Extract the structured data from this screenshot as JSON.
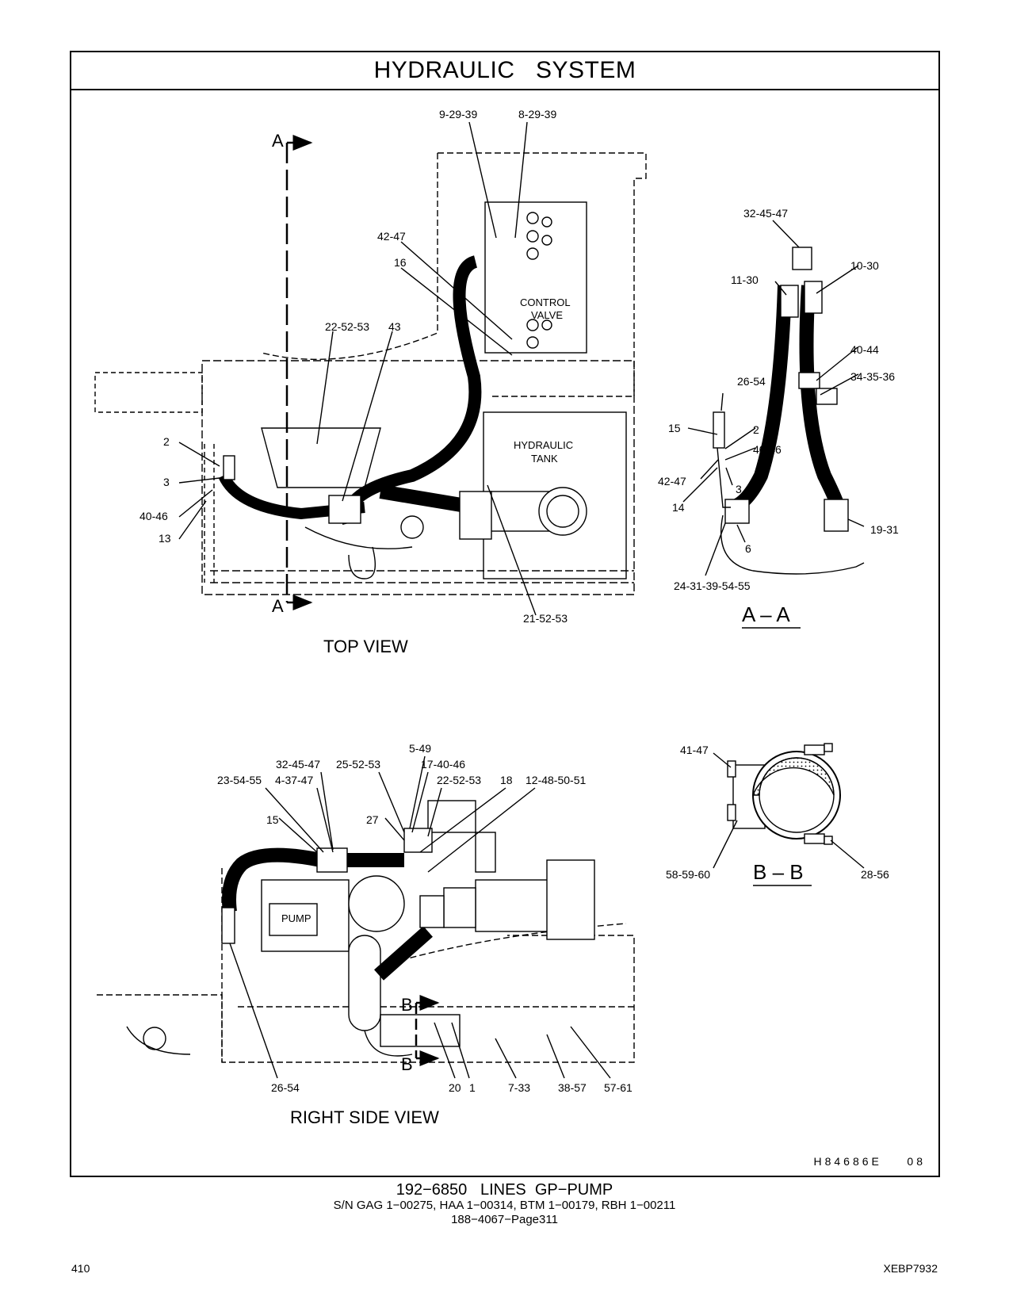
{
  "title": "HYDRAULIC   SYSTEM",
  "labels": {
    "top": {
      "l_9_29_39": "9-29-39",
      "l_8_29_39": "8-29-39",
      "l_42_47": "42-47",
      "l_16": "16",
      "l_22_52_53": "22-52-53",
      "l_43": "43",
      "l_2": "2",
      "l_3": "3",
      "l_40_46": "40-46",
      "l_13": "13",
      "l_21_52_53": "21-52-53",
      "section_a": "A",
      "control_valve_1": "CONTROL",
      "control_valve_2": "VALVE",
      "hydraulic_tank_1": "HYDRAULIC",
      "hydraulic_tank_2": "TANK"
    },
    "aa": {
      "l_32_45_47": "32-45-47",
      "l_10_30": "10-30",
      "l_11_30": "11-30",
      "l_40_44": "40-44",
      "l_34_35_36": "34-35-36",
      "l_26_54": "26-54",
      "l_15": "15",
      "l_2": "2",
      "l_40_46": "40-46",
      "l_42_47": "42-47",
      "l_3": "3",
      "l_14": "14",
      "l_19_31": "19-31",
      "l_6": "6",
      "l_24_31": "24-31-39-54-55"
    },
    "side": {
      "l_5_49": "5-49",
      "l_32_45_47": "32-45-47",
      "l_25_52_53": "25-52-53",
      "l_17_40_46": "17-40-46",
      "l_23_54_55": "23-54-55",
      "l_4_37_47": "4-37-47",
      "l_22_52_53": "22-52-53",
      "l_18": "18",
      "l_12_48": "12-48-50-51",
      "l_15": "15",
      "l_27": "27",
      "pump": "PUMP",
      "section_b": "B",
      "l_26_54": "26-54",
      "l_20": "20",
      "l_1": "1",
      "l_7_33": "7-33",
      "l_38_57": "38-57",
      "l_57_61": "57-61"
    },
    "bb": {
      "l_41_47": "41-47",
      "l_58_59_60": "58-59-60",
      "l_28_56": "28-56"
    }
  },
  "views": {
    "top": "TOP VIEW",
    "side": "RIGHT SIDE VIEW",
    "aa": "A – A",
    "bb": "B – B"
  },
  "drawing_code": "H84686E    08",
  "caption": {
    "line1": "192−6850   LINES  GP−PUMP",
    "line2": "S/N GAG 1−00275, HAA 1−00314, BTM 1−00179, RBH 1−00211",
    "line3": "188−4067−Page311"
  },
  "page_number": "410",
  "doc_id": "XEBP7932"
}
